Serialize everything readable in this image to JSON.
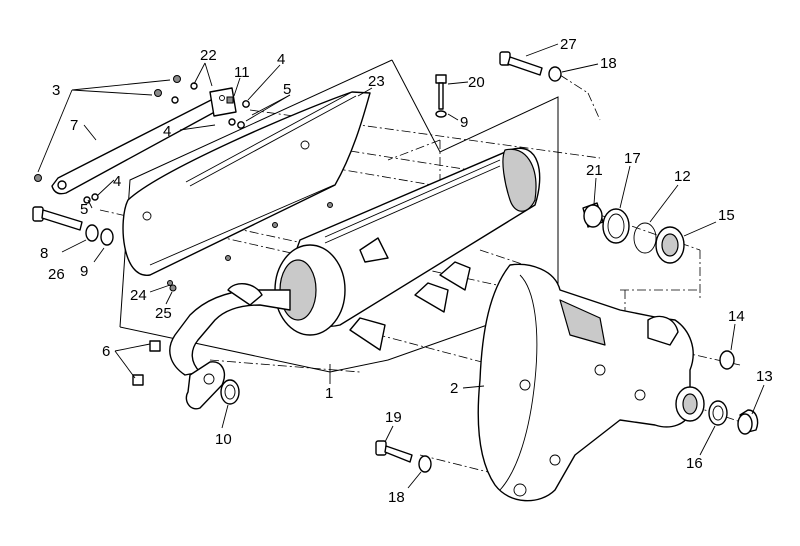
{
  "callouts": [
    {
      "id": "c22",
      "text": "22"
    },
    {
      "id": "c11",
      "text": "11"
    },
    {
      "id": "c4a",
      "text": "4"
    },
    {
      "id": "c5a",
      "text": "5"
    },
    {
      "id": "c3",
      "text": "3"
    },
    {
      "id": "c23",
      "text": "23"
    },
    {
      "id": "c7",
      "text": "7"
    },
    {
      "id": "c4b",
      "text": "4"
    },
    {
      "id": "c4c",
      "text": "4"
    },
    {
      "id": "c5b",
      "text": "5"
    },
    {
      "id": "c8",
      "text": "8"
    },
    {
      "id": "c26",
      "text": "26"
    },
    {
      "id": "c9a",
      "text": "9"
    },
    {
      "id": "c24",
      "text": "24"
    },
    {
      "id": "c25",
      "text": "25"
    },
    {
      "id": "c6",
      "text": "6"
    },
    {
      "id": "c10",
      "text": "10"
    },
    {
      "id": "c1",
      "text": "1"
    },
    {
      "id": "c20",
      "text": "20"
    },
    {
      "id": "c9b",
      "text": "9"
    },
    {
      "id": "c27",
      "text": "27"
    },
    {
      "id": "c18a",
      "text": "18"
    },
    {
      "id": "c21",
      "text": "21"
    },
    {
      "id": "c17",
      "text": "17"
    },
    {
      "id": "c12",
      "text": "12"
    },
    {
      "id": "c15",
      "text": "15"
    },
    {
      "id": "c2",
      "text": "2"
    },
    {
      "id": "c14",
      "text": "14"
    },
    {
      "id": "c13",
      "text": "13"
    },
    {
      "id": "c16",
      "text": "16"
    },
    {
      "id": "c19",
      "text": "19"
    },
    {
      "id": "c18b",
      "text": "18"
    }
  ]
}
